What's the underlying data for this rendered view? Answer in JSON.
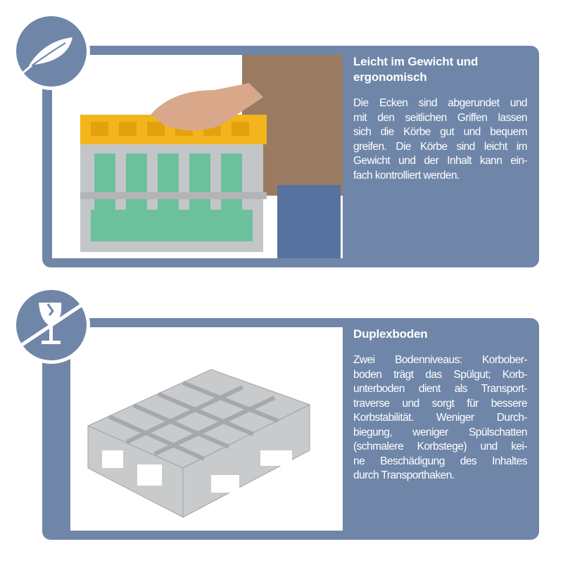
{
  "sections": [
    {
      "title": [
        "Leicht im Gewicht und",
        "ergonomisch"
      ],
      "lines": [
        "Die Ecken sind abgerundet und",
        "mit den seitlichen Griffen lassen",
        "sich die Körbe gut und bequem",
        "greifen. Die Körbe sind leicht im",
        "Gewicht und der Inhalt kann ein-",
        "fach kontrolliert werden."
      ],
      "icon": "feather-icon"
    },
    {
      "title": [
        "Duplexboden"
      ],
      "lines": [
        "Zwei Bodenniveaus: Korbober-",
        "boden trägt das Spülgut; Korb-",
        "unterboden dient als Transport-",
        "traverse und sorgt für bessere",
        "Korbstabilität. Weniger Durch-",
        "biegung, weniger Spülschatten",
        "(schmalere Korbstege) und kei-",
        "ne Beschädigung des Inhaltes",
        "durch Transporthaken."
      ],
      "icon": "no-broken-glass-icon"
    }
  ],
  "colors": {
    "panel": "#6f86a9",
    "crate_yellow": "#f2b51c",
    "crate_grey": "#b9bcbf",
    "glass_green": "#4fb08a"
  }
}
